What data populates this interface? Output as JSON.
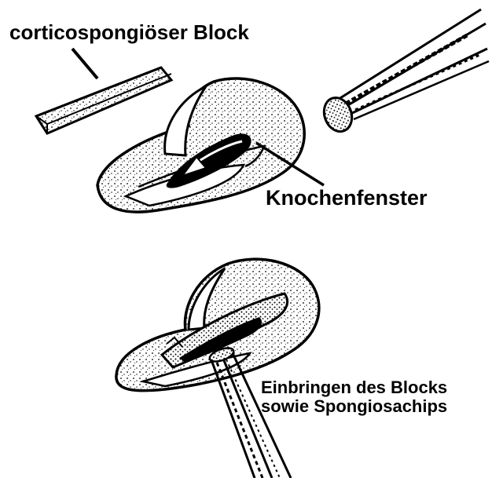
{
  "labels": {
    "block": "corticospongiöser Block",
    "window": "Knochenfenster",
    "insertion_line1": "Einbringen des Blocks",
    "insertion_line2": "sowie Spongiosachips"
  },
  "colors": {
    "ink": "#000000",
    "paper": "#ffffff"
  }
}
